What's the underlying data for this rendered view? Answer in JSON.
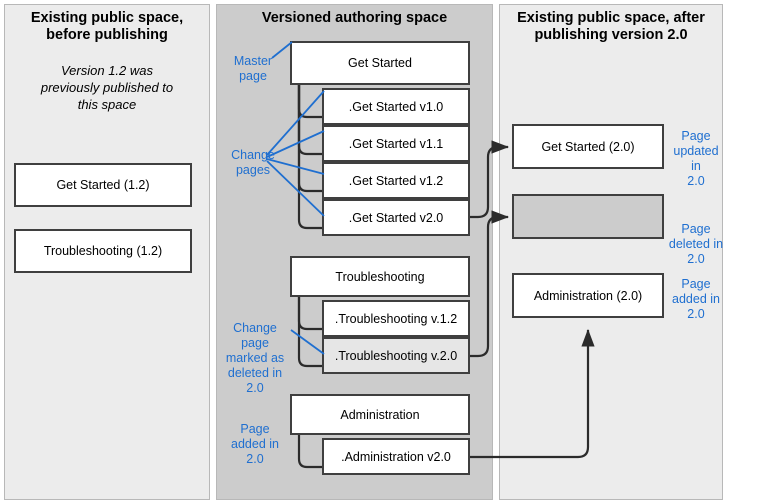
{
  "panels": {
    "left": {
      "title": "Existing public space,\nbefore publishing",
      "subtitle": "Version 1.2 was previously published to this space",
      "boxes": [
        {
          "label": "Get Started (1.2)"
        },
        {
          "label": "Troubleshooting (1.2)"
        }
      ]
    },
    "middle": {
      "title": "Versioned authoring space",
      "groups": [
        {
          "master": "Get Started",
          "changes": [
            ".Get Started v1.0",
            ".Get Started v1.1",
            ".Get Started v1.2",
            ".Get Started v2.0"
          ]
        },
        {
          "master": "Troubleshooting",
          "changes": [
            ".Troubleshooting v.1.2",
            ".Troubleshooting v.2.0"
          ]
        },
        {
          "master": "Administration",
          "changes": [
            ".Administration v2.0"
          ]
        }
      ],
      "annotations": [
        {
          "text": "Master page"
        },
        {
          "text": "Change pages"
        },
        {
          "text": "Change page marked as deleted in 2.0"
        },
        {
          "text": "Page added in 2.0"
        }
      ]
    },
    "right": {
      "title": "Existing public space, after publishing version 2.0",
      "boxes": [
        {
          "label": "Get Started (2.0)",
          "annotation": "Page updated in 2.0"
        },
        {
          "label": "",
          "annotation": "Page deleted in 2.0"
        },
        {
          "label": "Administration (2.0)",
          "annotation": "Page added in 2.0"
        }
      ]
    }
  },
  "colors": {
    "annotation_blue": "#1f6fd0",
    "box_border": "#3f3f3f",
    "authoring_bg": "#cccccc",
    "public_bg": "#ececec",
    "deleted_fill": "#cccccc"
  }
}
